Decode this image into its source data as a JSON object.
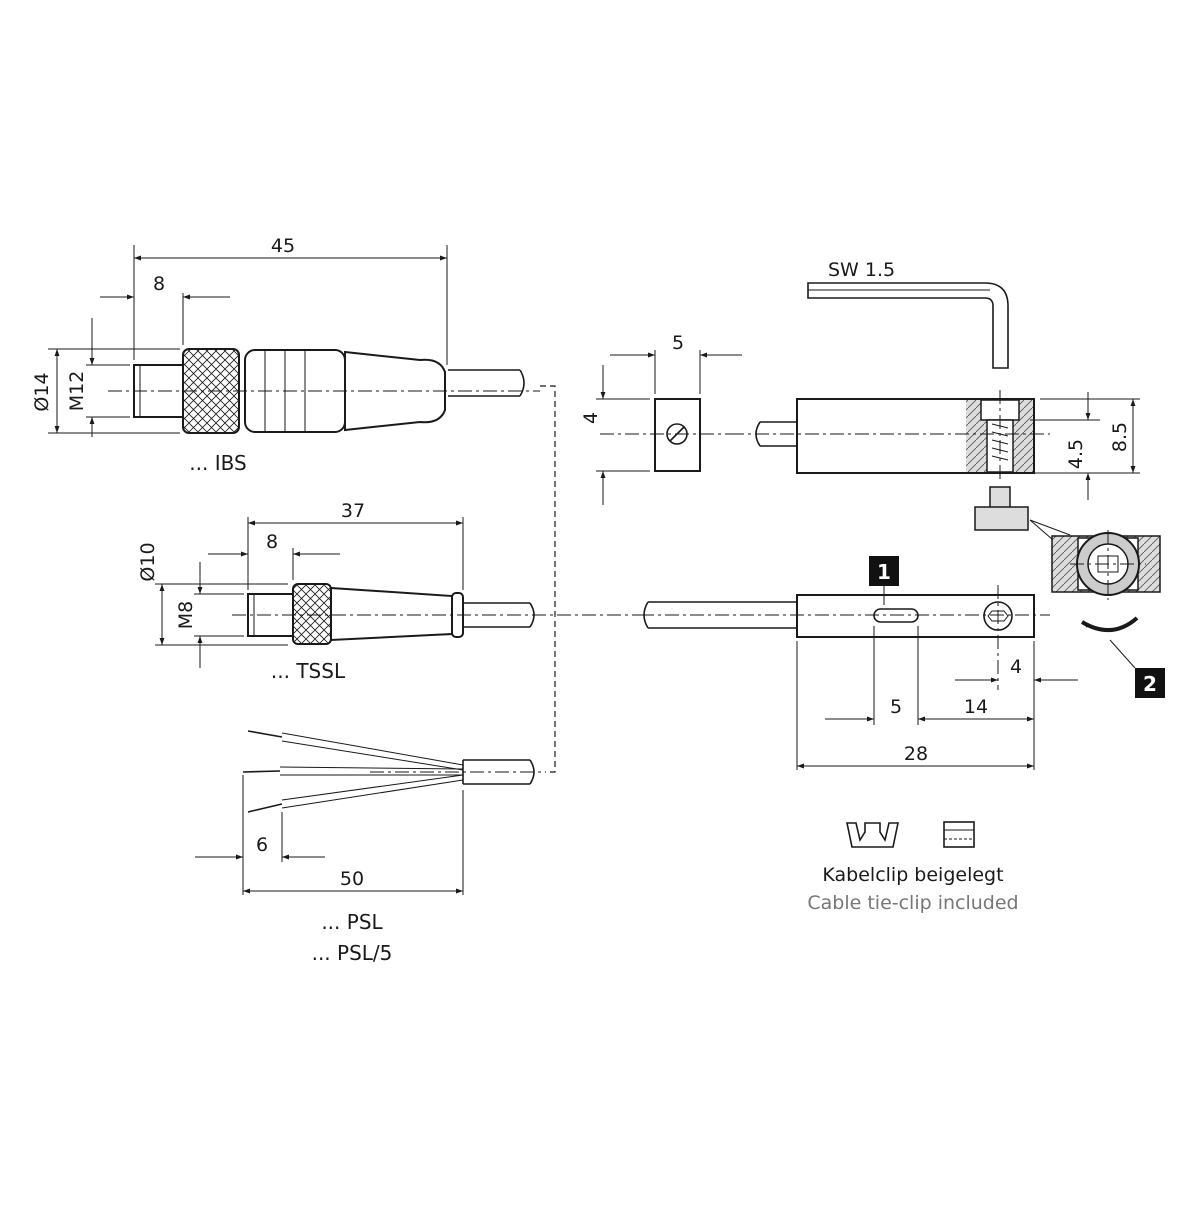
{
  "colors": {
    "line": "#1a1a1a",
    "badge": "#111111",
    "secondary_text": "#777777"
  },
  "connectors": {
    "ibs": {
      "label": "... IBS",
      "dim_length": "45",
      "dim_nut": "8",
      "dim_outer_dia": "Ø14",
      "dim_thread": "M12"
    },
    "tssl": {
      "label": "... TSSL",
      "dim_length": "37",
      "dim_nut": "8",
      "dim_outer_dia": "Ø10",
      "dim_thread": "M8"
    },
    "psl": {
      "label_1": "... PSL",
      "label_2": "... PSL/5",
      "dim_strip": "6",
      "dim_length": "50"
    }
  },
  "nut_block": {
    "dim_width": "5",
    "dim_height": "4"
  },
  "sensor_side": {
    "tool_label": "SW 1.5",
    "dim_screw": "4.5",
    "dim_height": "8.5"
  },
  "sensor_top": {
    "dim_edge": "4",
    "dim_slot": "5",
    "dim_offset": "14",
    "dim_length": "28"
  },
  "badges": {
    "one": "1",
    "two": "2"
  },
  "clip_note": {
    "de": "Kabelclip beigelegt",
    "en": "Cable tie-clip included"
  }
}
